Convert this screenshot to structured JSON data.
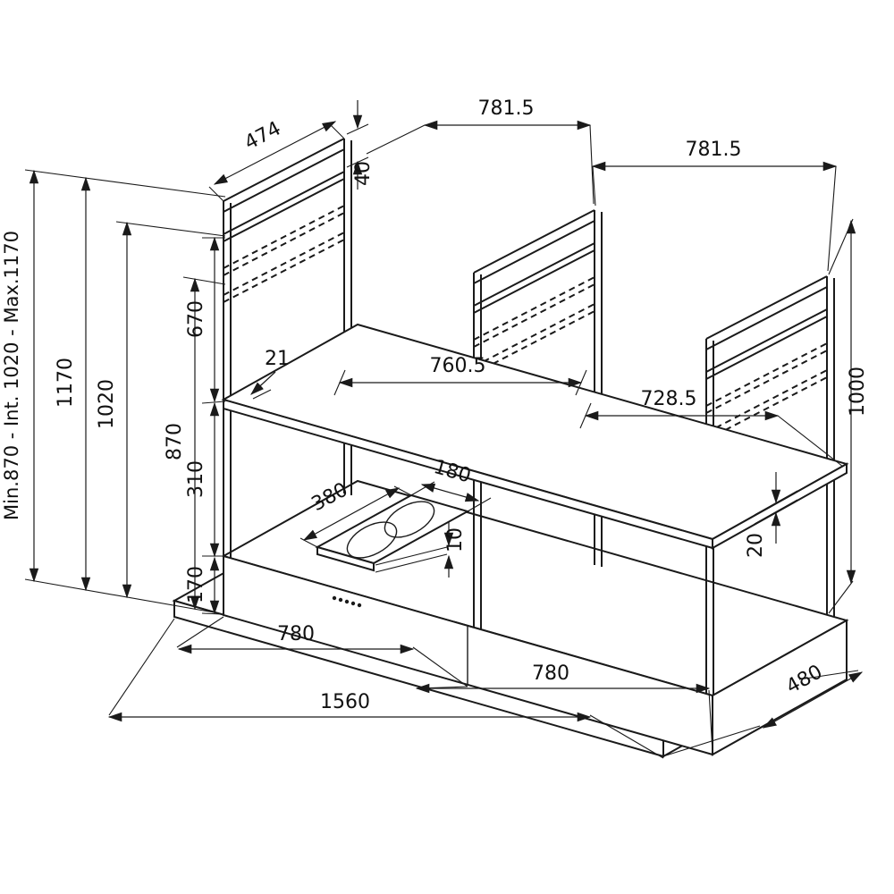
{
  "dims": {
    "frame_depth": "474",
    "top_offset": "40",
    "upper_span_left": "781.5",
    "upper_span_right": "781.5",
    "height_note": "Min.870 - Int. 1020 - Max.1170",
    "height_max": "1170",
    "height_mid": "1020",
    "height_min": "870",
    "upper_gap": "670",
    "shelf_gap": "310",
    "plinth_height": "170",
    "edge_offset": "21",
    "worktop_span_left": "760.5",
    "worktop_span_right": "728.5",
    "frame_height": "1000",
    "hob_depth": "380",
    "hob_width": "180",
    "hob_thickness": "10",
    "worktop_thickness": "20",
    "module_width_left": "780",
    "module_width_right": "780",
    "total_width": "1560",
    "total_depth": "480"
  }
}
